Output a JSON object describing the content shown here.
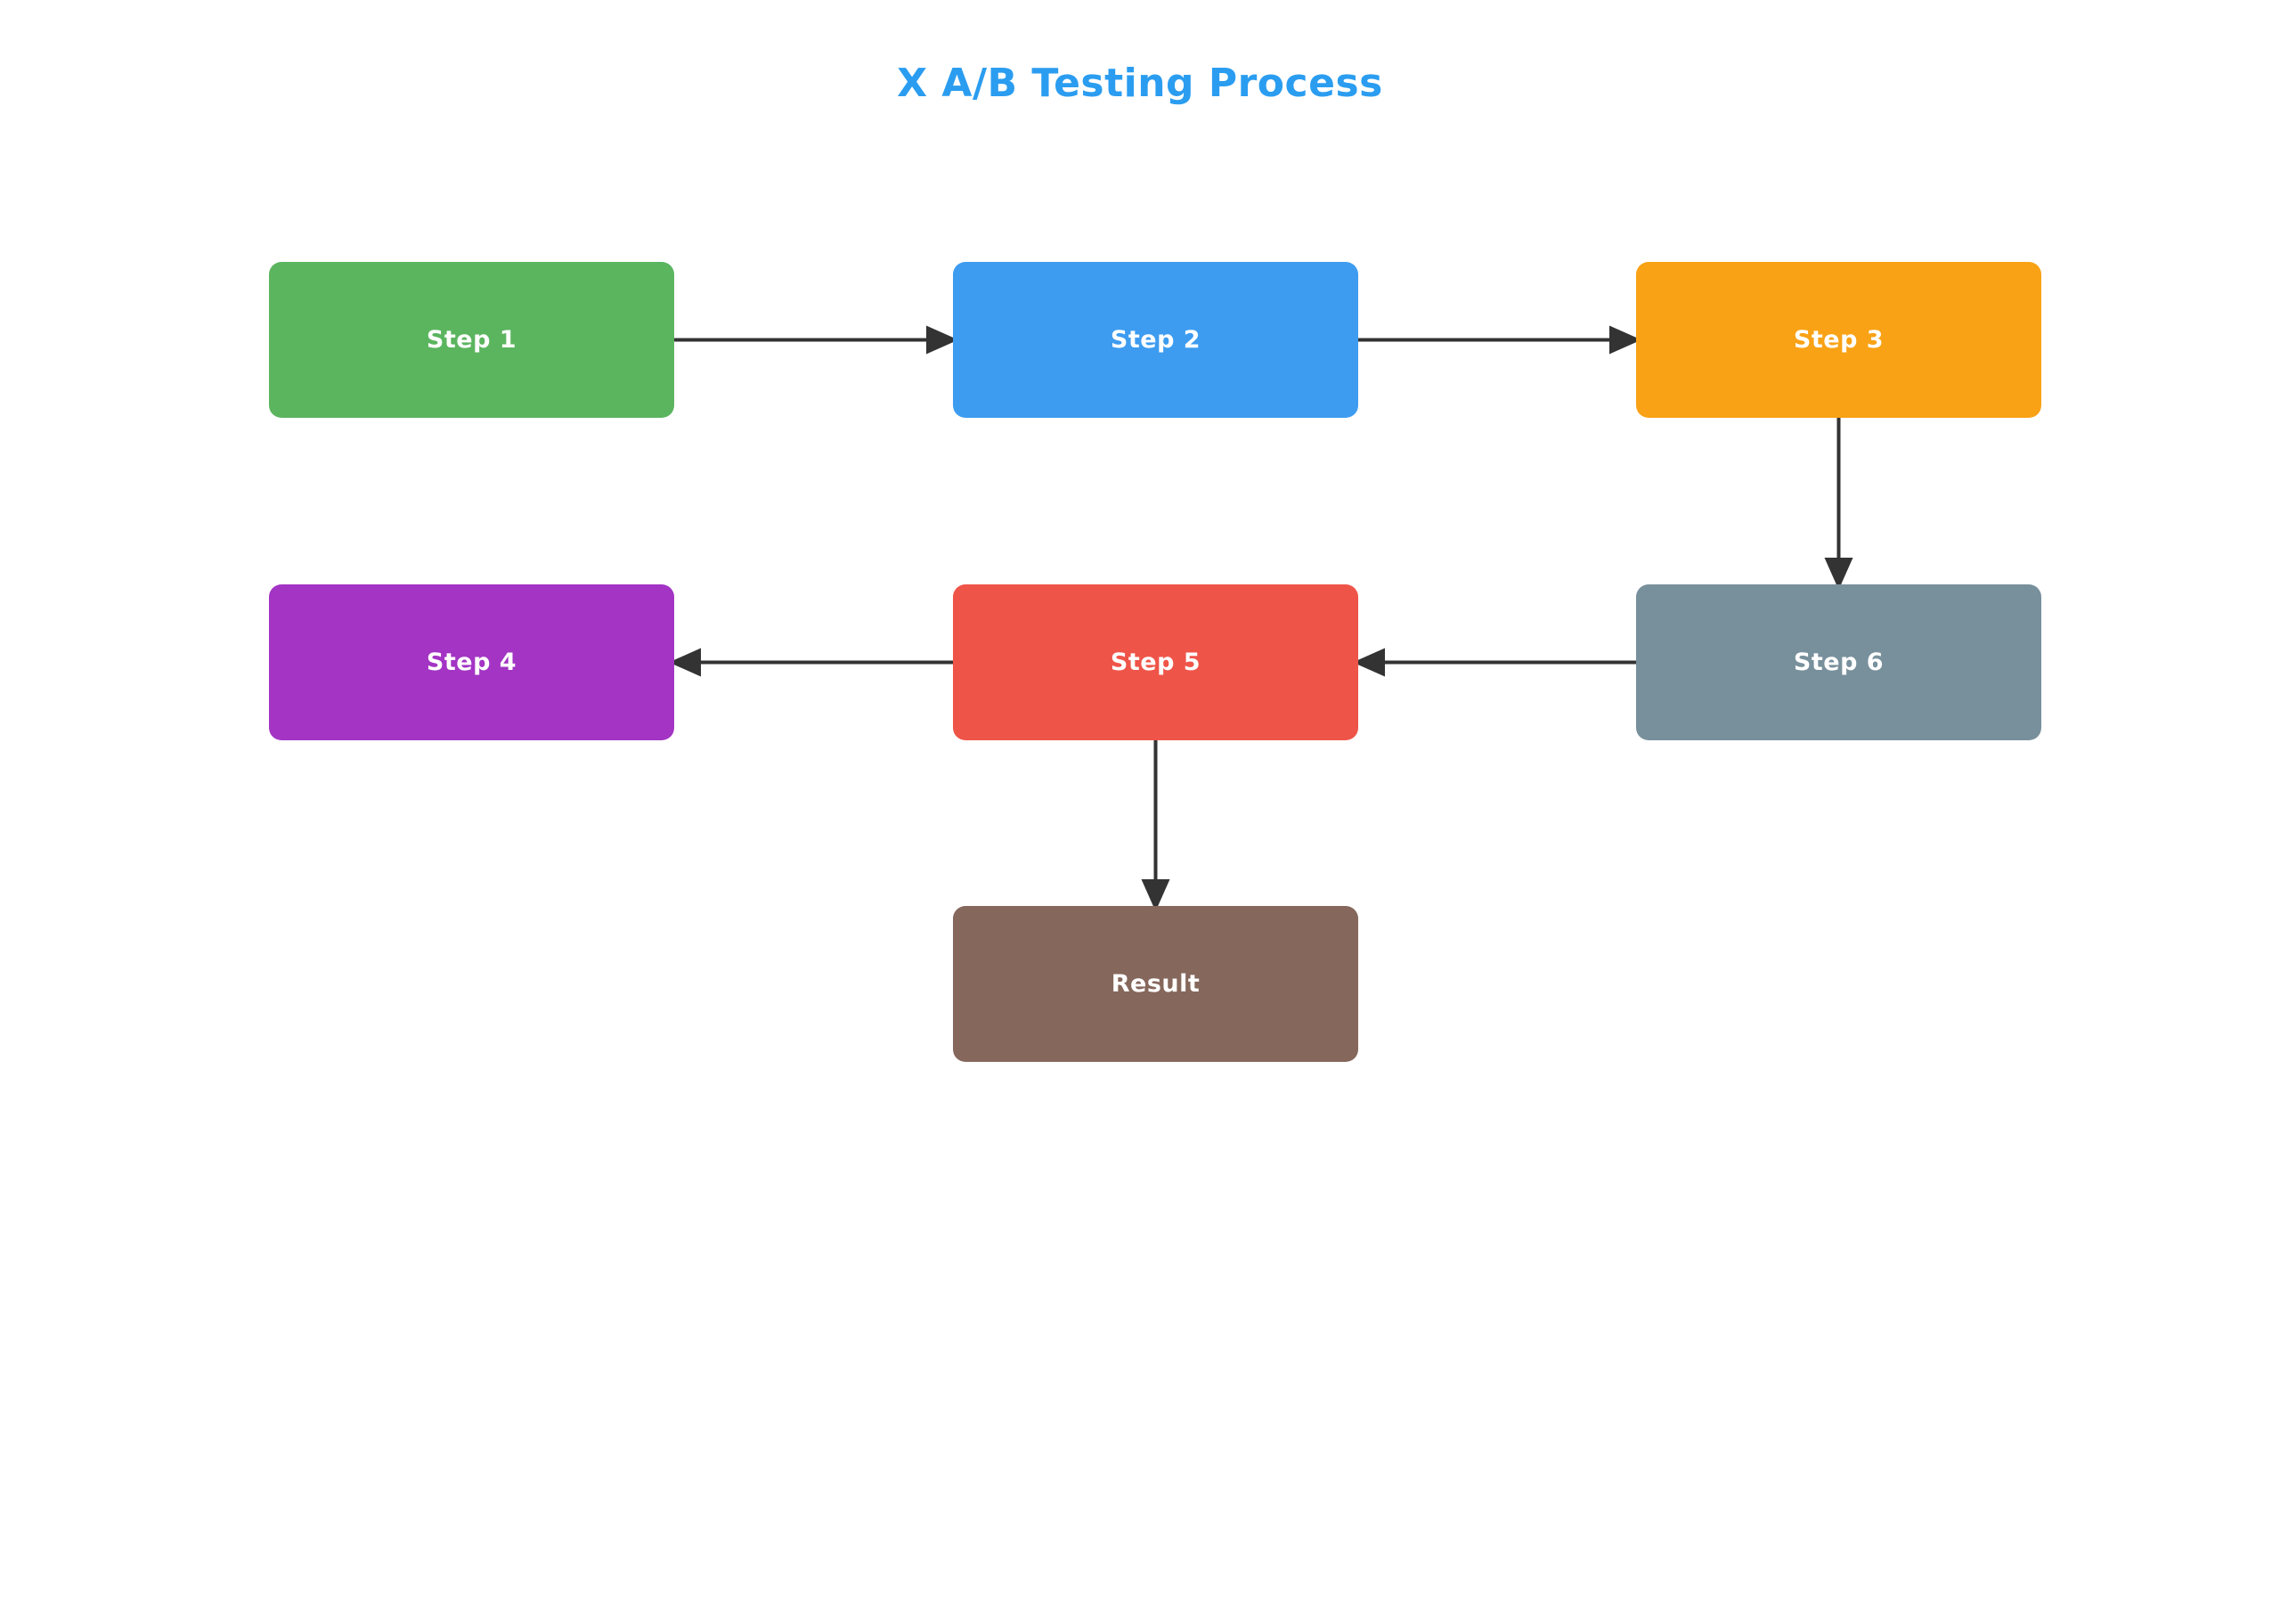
{
  "title": {
    "text": "X A/B Testing Process",
    "color": "#2B9DF0"
  },
  "canvas": {
    "background": "#FFFFFF"
  },
  "diagram": {
    "arrow_color": "#333333",
    "nodes": [
      {
        "id": "step1",
        "label": "Step 1",
        "color": "#5BB55F",
        "col": 0,
        "row": 0
      },
      {
        "id": "step2",
        "label": "Step 2",
        "color": "#3D9CF0",
        "col": 1,
        "row": 0
      },
      {
        "id": "step3",
        "label": "Step 3",
        "color": "#F9A215",
        "col": 2,
        "row": 0
      },
      {
        "id": "step4",
        "label": "Step 4",
        "color": "#A334C4",
        "col": 0,
        "row": 1
      },
      {
        "id": "step5",
        "label": "Step 5",
        "color": "#EF5448",
        "col": 1,
        "row": 1
      },
      {
        "id": "step6",
        "label": "Step 6",
        "color": "#78909C",
        "col": 2,
        "row": 1
      },
      {
        "id": "result",
        "label": "Result",
        "color": "#85675B",
        "col": 1,
        "row": 2
      }
    ],
    "edges": [
      {
        "from": "step1",
        "to": "step2"
      },
      {
        "from": "step2",
        "to": "step3"
      },
      {
        "from": "step3",
        "to": "step6"
      },
      {
        "from": "step6",
        "to": "step5"
      },
      {
        "from": "step5",
        "to": "step4"
      },
      {
        "from": "step5",
        "to": "result"
      }
    ]
  }
}
